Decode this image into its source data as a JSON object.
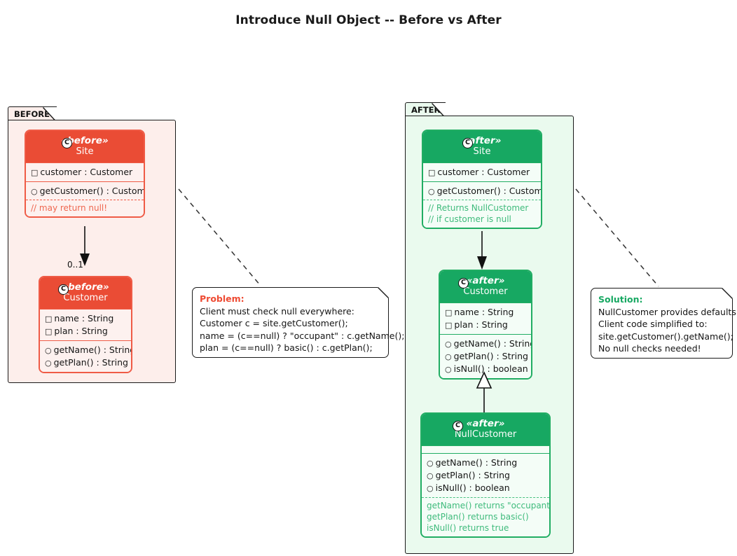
{
  "title": "Introduce Null Object -- Before vs After",
  "colors": {
    "before_accent": "#ea4c35",
    "before_bg": "#fdeeeb",
    "after_accent": "#17a862",
    "after_bg": "#eafaee",
    "note_bg": "#ffffff",
    "text": "#141414"
  },
  "packages": {
    "before": {
      "label": "BEFORE",
      "classes": {
        "site": {
          "icon": "class-icon-c",
          "stereotype": "«before»",
          "name": "Site",
          "attributes": [
            {
              "mark": "□",
              "text": "customer : Customer"
            }
          ],
          "methods": [
            {
              "mark": "○",
              "text": "getCustomer() : Customer"
            }
          ],
          "notes": [
            "// may return null!"
          ]
        },
        "customer": {
          "icon": "class-icon-c",
          "stereotype": "«before»",
          "name": "Customer",
          "attributes": [
            {
              "mark": "□",
              "text": "name : String"
            },
            {
              "mark": "□",
              "text": "plan : String"
            }
          ],
          "methods": [
            {
              "mark": "○",
              "text": "getName() : String"
            },
            {
              "mark": "○",
              "text": "getPlan() : String"
            }
          ],
          "notes": []
        }
      },
      "association_multiplicity": "0..1"
    },
    "after": {
      "label": "AFTER",
      "classes": {
        "site": {
          "icon": "class-icon-c",
          "stereotype": "«after»",
          "name": "Site",
          "attributes": [
            {
              "mark": "□",
              "text": "customer : Customer"
            }
          ],
          "methods": [
            {
              "mark": "○",
              "text": "getCustomer() : Customer"
            }
          ],
          "notes": [
            "// Returns NullCustomer",
            "// if customer is null"
          ]
        },
        "customer": {
          "icon": "class-icon-c",
          "stereotype": "«after»",
          "name": "Customer",
          "attributes": [
            {
              "mark": "□",
              "text": "name : String"
            },
            {
              "mark": "□",
              "text": "plan : String"
            }
          ],
          "methods": [
            {
              "mark": "○",
              "text": "getName() : String"
            },
            {
              "mark": "○",
              "text": "getPlan() : String"
            },
            {
              "mark": "○",
              "text": "isNull() : boolean"
            }
          ],
          "notes": []
        },
        "nullcustomer": {
          "icon": "class-icon-c",
          "stereotype": "«after»",
          "name": "NullCustomer",
          "attributes": [],
          "methods": [
            {
              "mark": "○",
              "text": "getName() : String"
            },
            {
              "mark": "○",
              "text": "getPlan() : String"
            },
            {
              "mark": "○",
              "text": "isNull() : boolean"
            }
          ],
          "notes": [
            "getName() returns \"occupant\"",
            "getPlan() returns basic()",
            "isNull() returns true"
          ]
        }
      }
    }
  },
  "notes": {
    "problem": {
      "title": "Problem:",
      "lines": [
        "Client must check null everywhere:",
        "Customer c = site.getCustomer();",
        "name = (c==null) ? \"occupant\" : c.getName();",
        "plan = (c==null) ? basic() : c.getPlan();"
      ]
    },
    "solution": {
      "title": "Solution:",
      "lines": [
        "NullCustomer provides defaults.",
        "Client code simplified to:",
        "site.getCustomer().getName();",
        "No null checks needed!"
      ]
    }
  }
}
